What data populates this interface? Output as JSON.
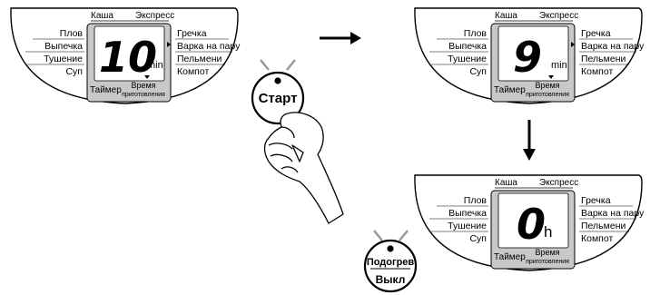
{
  "panel_top_labels": {
    "left": "Каша",
    "right": "Экспресс"
  },
  "panel_left_labels": [
    "Плов",
    "Выпечка",
    "Тушение",
    "Суп"
  ],
  "panel_right_labels": [
    "Гречка",
    "Варка на пару",
    "Пельмени",
    "Компот"
  ],
  "panel_bottom_labels": {
    "timer": "Таймер",
    "cook_time_line1": "Время",
    "cook_time_line2": "приготовления"
  },
  "panels": [
    {
      "digits": "10",
      "unit": "min"
    },
    {
      "digits": "9",
      "unit": "min"
    },
    {
      "digits": "0",
      "unit": "h"
    }
  ],
  "buttons": {
    "start": "Старт",
    "warm_line1": "Подогрев",
    "warm_line2": "Выкл"
  },
  "colors": {
    "lcd_bg": "#c8c8c8",
    "stroke": "#000000",
    "panel_bg": "#ffffff"
  }
}
